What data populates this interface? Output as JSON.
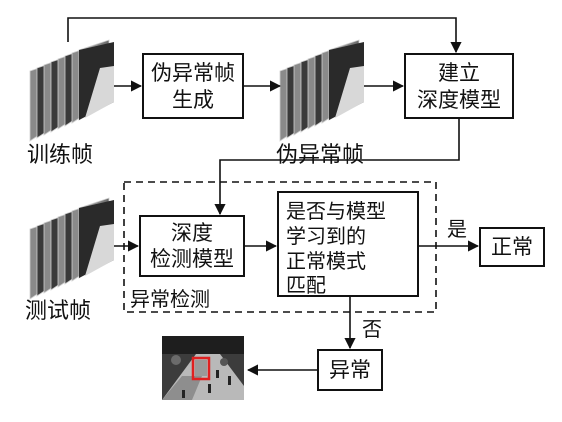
{
  "frames": {
    "train_label": "训练帧",
    "pseudo_label": "伪异常帧",
    "test_label": "测试帧"
  },
  "boxes": {
    "pseudo_gen": [
      "伪异常帧",
      "生成"
    ],
    "build_model": [
      "建立",
      "深度模型"
    ],
    "detect_model": [
      "深度",
      "检测模型"
    ],
    "match": [
      "是否与模型",
      "学习到的",
      "正常模式",
      "匹配"
    ],
    "normal": "正常",
    "abnormal": "异常"
  },
  "region_label": "异常检测",
  "edge_labels": {
    "yes": "是",
    "no": "否"
  },
  "colors": {
    "detection_box": "#e02020",
    "frame_dark": "#2a2a2a",
    "frame_light": "#d8d8d8"
  }
}
